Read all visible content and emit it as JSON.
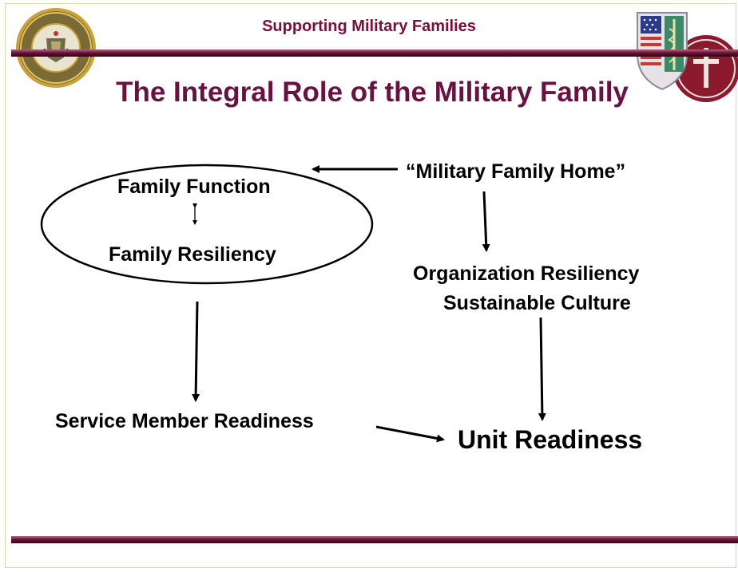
{
  "slide": {
    "header_title": "Supporting Military Families",
    "main_title": "The Integral Role of the Military Family"
  },
  "diagram": {
    "nodes": {
      "family_function": "Family Function",
      "family_resiliency": "Family Resiliency",
      "military_family_home": "“Military Family Home”",
      "organization_resiliency": "Organization Resiliency",
      "sustainable_culture": "Sustainable Culture",
      "service_member_readiness": "Service Member Readiness",
      "unit_readiness": "Unit Readiness"
    }
  },
  "colors": {
    "title": "#6b1141",
    "header": "#7a0f3b",
    "bar_dark": "#2b0616",
    "bar_mid": "#6e1236"
  },
  "icons": [
    "army-seal-icon",
    "army-medical-crest-icon"
  ]
}
